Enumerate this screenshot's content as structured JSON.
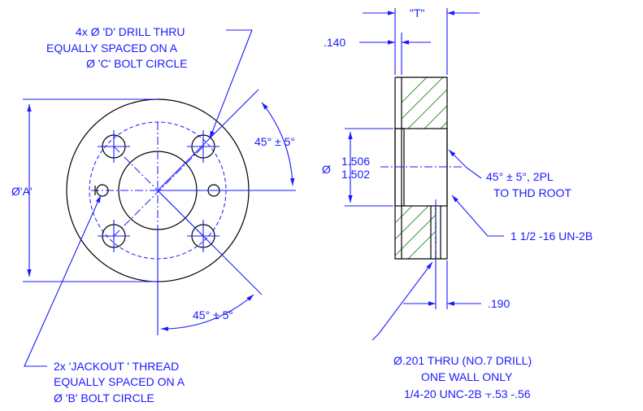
{
  "front_view": {
    "drill_note": [
      "4x Ø 'D' DRILL THRU",
      "EQUALLY SPACED ON A",
      "Ø 'C' BOLT CIRCLE"
    ],
    "angle_top": "45° ± 5°",
    "angle_bottom": "45° ± 5°",
    "dia_a": "Ø'A'",
    "jackout_note": [
      "2x 'JACKOUT ' THREAD",
      "EQUALLY SPACED ON A",
      "Ø 'B' BOLT CIRCLE"
    ]
  },
  "side_view": {
    "t_label": "\"T\"",
    "dim_140": ".140",
    "dia_symbol": "Ø",
    "dia_upper": "1.506",
    "dia_lower": "1.502",
    "chamfer_note": [
      "45° ± 5°, 2PL",
      "TO THD ROOT"
    ],
    "thread_note": "1 1/2 -16 UN-2B",
    "dim_190": ".190",
    "drill_note": [
      "Ø.201 THRU (NO.7 DRILL)",
      "ONE WALL ONLY",
      "1/4-20 UNC-2B ⫟.53 -.56"
    ]
  },
  "colors": {
    "dimension": "#1a1aff",
    "outline": "#000000",
    "hatch": "#1a8a1a"
  }
}
